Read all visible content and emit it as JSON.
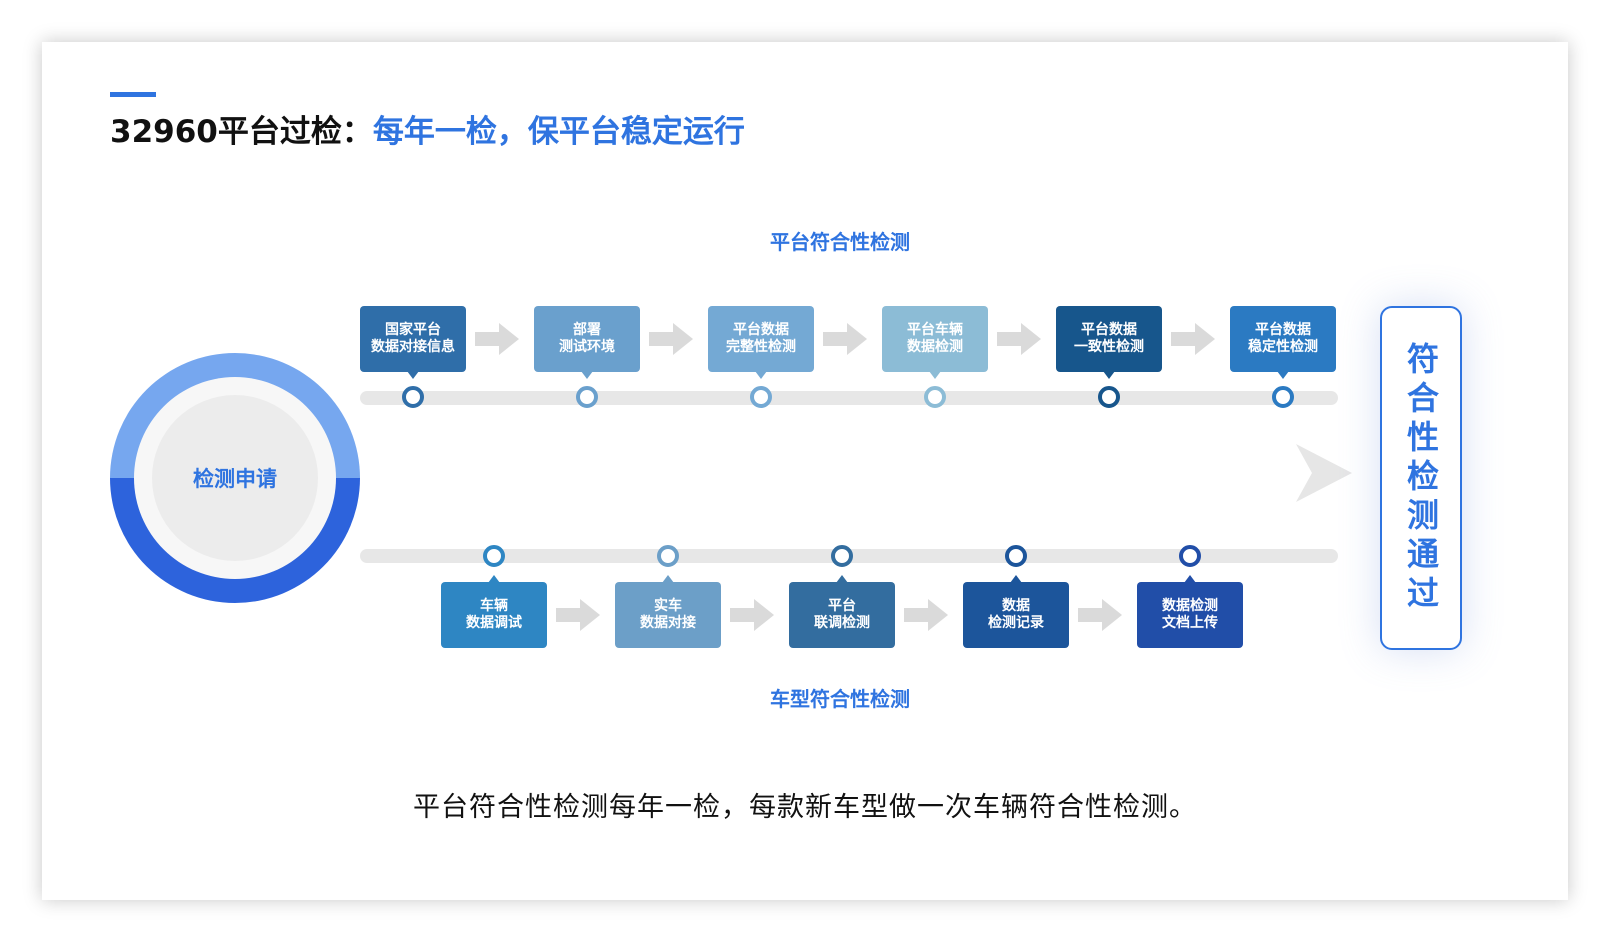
{
  "title": {
    "prefix": "32960平台过检：",
    "highlight": "每年一检，保平台稳定运行"
  },
  "labels": {
    "top_section": "平台符合性检测",
    "bottom_section": "车型符合性检测"
  },
  "start_node": "检测申请",
  "top_steps": [
    {
      "lines": [
        "国家平台",
        "数据对接信息"
      ],
      "color": "#2f6ea9"
    },
    {
      "lines": [
        "部署",
        "测试环境"
      ],
      "color": "#6aa0cd"
    },
    {
      "lines": [
        "平台数据",
        "完整性检测"
      ],
      "color": "#74a9d4"
    },
    {
      "lines": [
        "平台车辆",
        "数据检测"
      ],
      "color": "#8cbcd6"
    },
    {
      "lines": [
        "平台数据",
        "一致性检测"
      ],
      "color": "#17568c"
    },
    {
      "lines": [
        "平台数据",
        "稳定性检测"
      ],
      "color": "#2b7ac2"
    }
  ],
  "bottom_steps": [
    {
      "lines": [
        "车辆",
        "数据调试"
      ],
      "color": "#2e86c3"
    },
    {
      "lines": [
        "实车",
        "数据对接"
      ],
      "color": "#6c9fc8"
    },
    {
      "lines": [
        "平台",
        "联调检测"
      ],
      "color": "#336d9f"
    },
    {
      "lines": [
        "数据",
        "检测记录"
      ],
      "color": "#1c559b"
    },
    {
      "lines": [
        "数据检测",
        "文档上传"
      ],
      "color": "#214ea8"
    }
  ],
  "result": "符合性检测通过",
  "caption": "平台符合性检测每年一检，每款新车型做一次车辆符合性检测。",
  "colors": {
    "accent": "#2f74e0",
    "track": "#e7e7e7",
    "arrow": "#dadada"
  }
}
